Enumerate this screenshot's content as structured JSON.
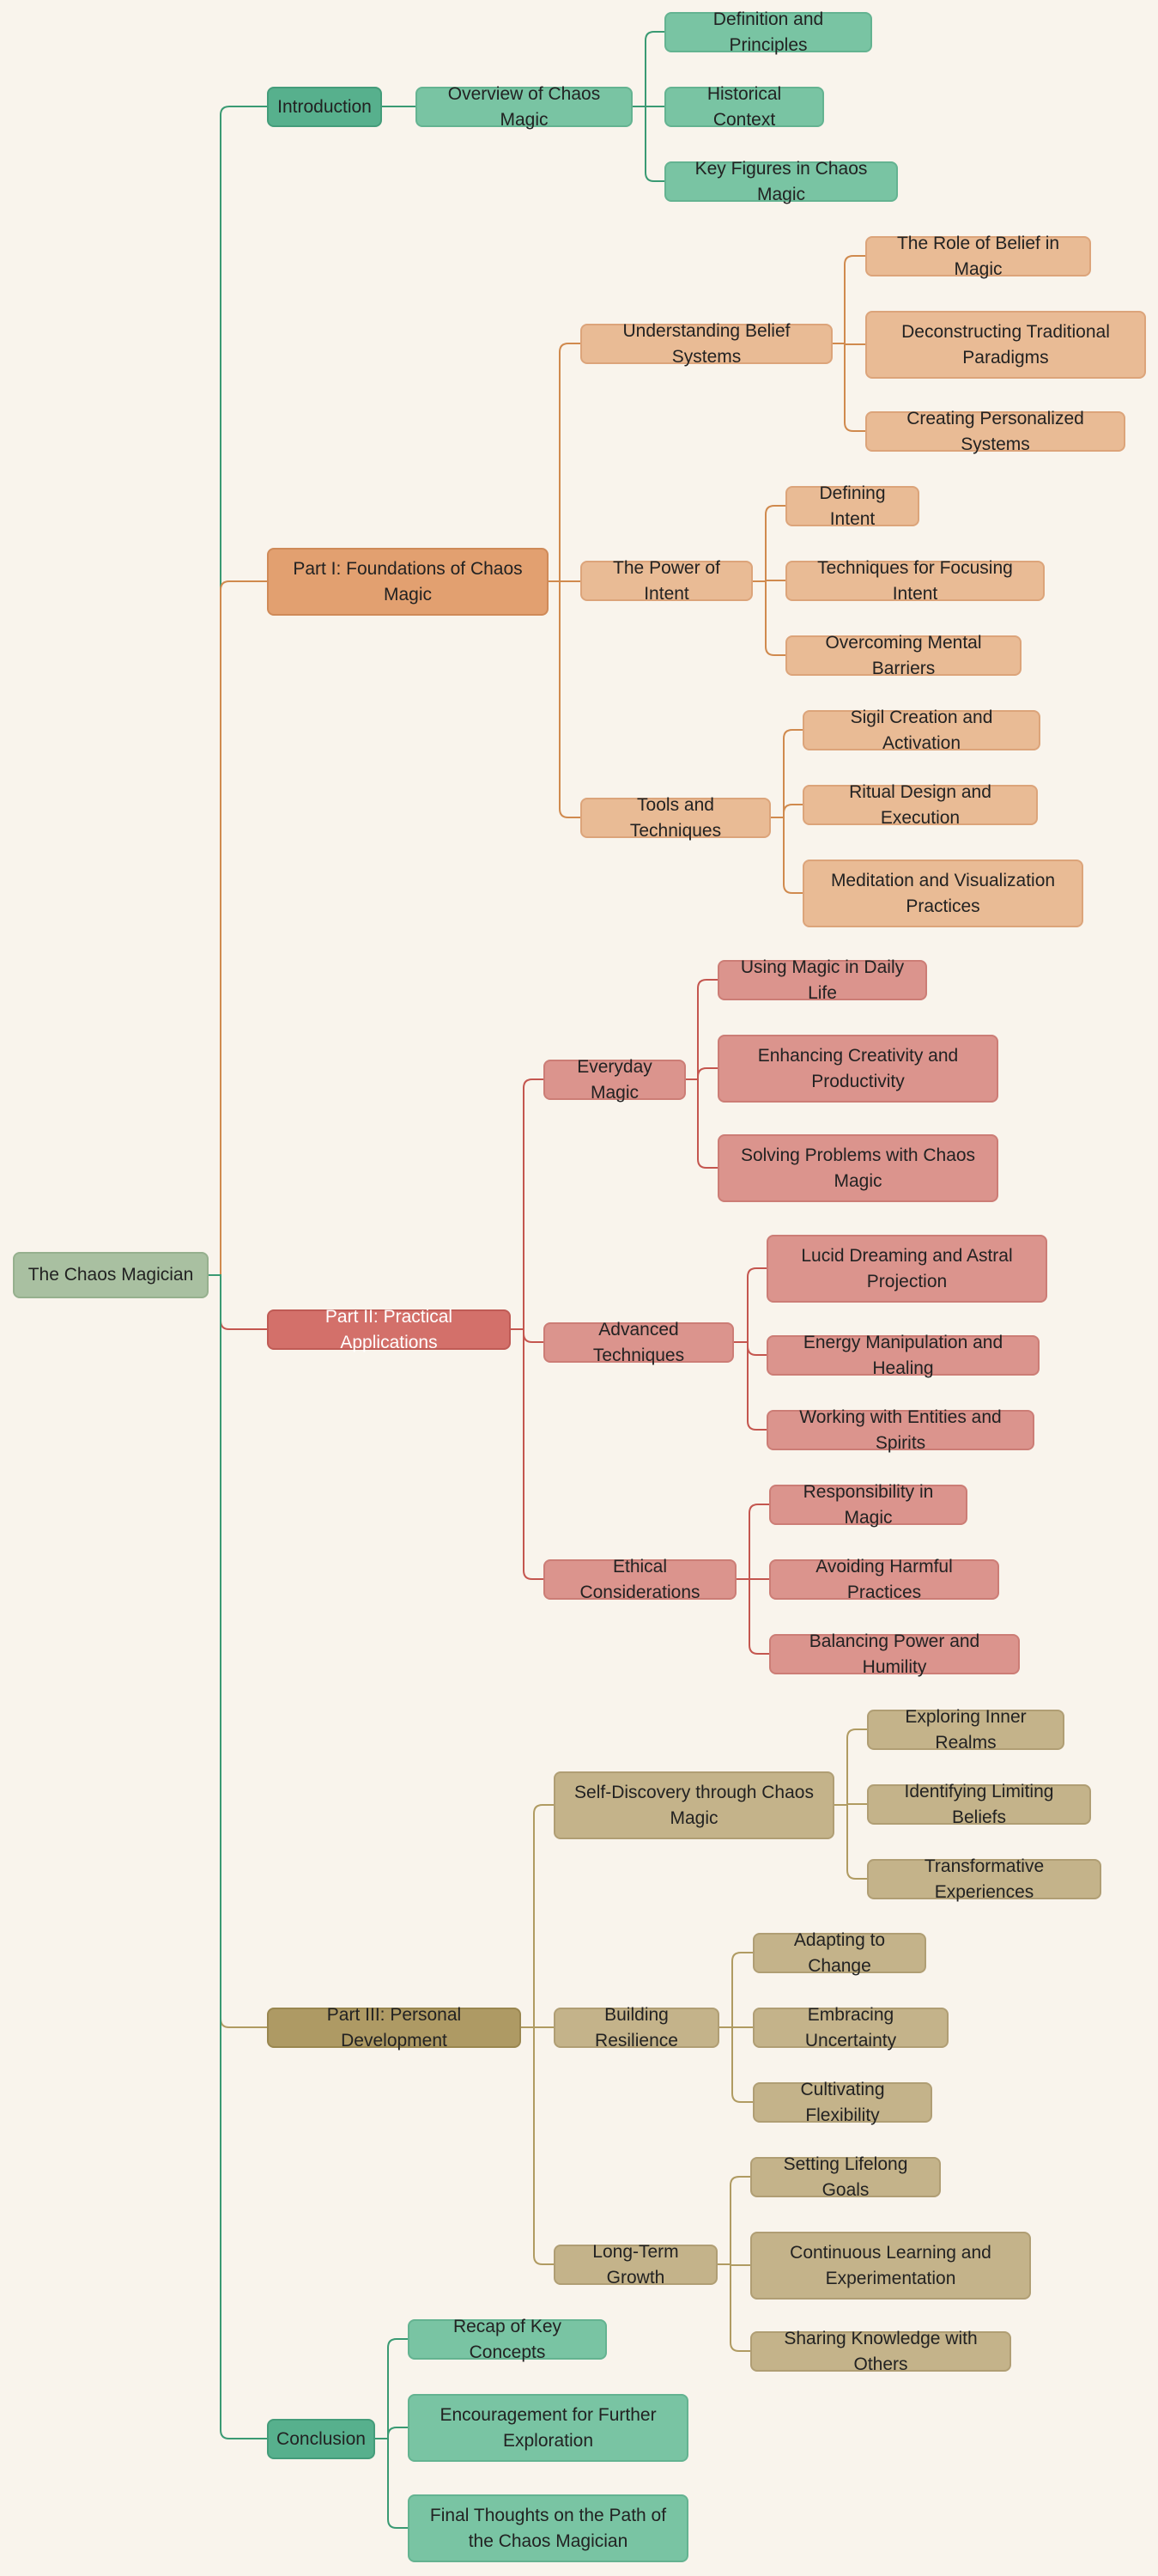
{
  "root": "The Chaos Magician",
  "branches": {
    "introduction": {
      "label": "Introduction",
      "color": "#3a9a73",
      "children": [
        {
          "label": "Overview of Chaos Magic",
          "children": [
            "Definition and Principles",
            "Historical Context",
            "Key Figures in Chaos Magic"
          ]
        }
      ]
    },
    "part1": {
      "label": "Part I: Foundations of Chaos Magic",
      "color": "#d08a4e",
      "children": [
        {
          "label": "Understanding Belief Systems",
          "children": [
            "The Role of Belief in Magic",
            "Deconstructing Traditional Paradigms",
            "Creating Personalized Systems"
          ]
        },
        {
          "label": "The Power of Intent",
          "children": [
            "Defining Intent",
            "Techniques for Focusing Intent",
            "Overcoming Mental Barriers"
          ]
        },
        {
          "label": "Tools and Techniques",
          "children": [
            "Sigil Creation and Activation",
            "Ritual Design and Execution",
            "Meditation and Visualization Practices"
          ]
        }
      ]
    },
    "part2": {
      "label": "Part II: Practical Applications",
      "color": "#c4564f",
      "children": [
        {
          "label": "Everyday Magic",
          "children": [
            "Using Magic in Daily Life",
            "Enhancing Creativity and Productivity",
            "Solving Problems with Chaos Magic"
          ]
        },
        {
          "label": "Advanced Techniques",
          "children": [
            "Lucid Dreaming and Astral Projection",
            "Energy Manipulation and Healing",
            "Working with Entities and Spirits"
          ]
        },
        {
          "label": "Ethical Considerations",
          "children": [
            "Responsibility in Magic",
            "Avoiding Harmful Practices",
            "Balancing Power and Humility"
          ]
        }
      ]
    },
    "part3": {
      "label": "Part III: Personal Development",
      "color": "#b09b62",
      "children": [
        {
          "label": "Self-Discovery through Chaos Magic",
          "children": [
            "Exploring Inner Realms",
            "Identifying Limiting Beliefs",
            "Transformative Experiences"
          ]
        },
        {
          "label": "Building Resilience",
          "children": [
            "Adapting to Change",
            "Embracing Uncertainty",
            "Cultivating Flexibility"
          ]
        },
        {
          "label": "Long-Term Growth",
          "children": [
            "Setting Lifelong Goals",
            "Continuous Learning and Experimentation",
            "Sharing Knowledge with Others"
          ]
        }
      ]
    },
    "conclusion": {
      "label": "Conclusion",
      "color": "#3a9a73",
      "children": [
        {
          "label": "Recap of Key Concepts"
        },
        {
          "label": "Encouragement for Further Exploration"
        },
        {
          "label": "Final Thoughts on the Path of the Chaos Magician"
        }
      ]
    }
  }
}
